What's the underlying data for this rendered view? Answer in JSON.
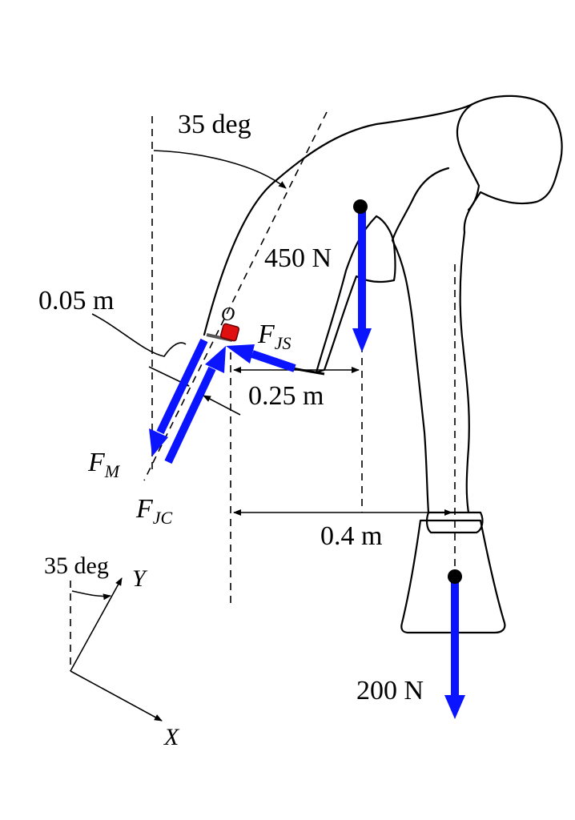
{
  "angle_label": "35 deg",
  "axes_angle_label": "35 deg",
  "axis_x": "X",
  "axis_y": "Y",
  "point_o": "O",
  "distances": {
    "muscle_offset": "0.05 m",
    "fjs_arm": "0.25 m",
    "load_arm": "0.4 m"
  },
  "forces": {
    "upper_body_weight": "450 N",
    "load_weight": "200 N",
    "f_m": {
      "base": "F",
      "sub": "M"
    },
    "f_jc": {
      "base": "F",
      "sub": "JC"
    },
    "f_js": {
      "base": "F",
      "sub": "JS"
    }
  },
  "colors": {
    "force_arrow": "#0a14ff",
    "joint_marker": "#e01010",
    "outline": "#000000"
  }
}
